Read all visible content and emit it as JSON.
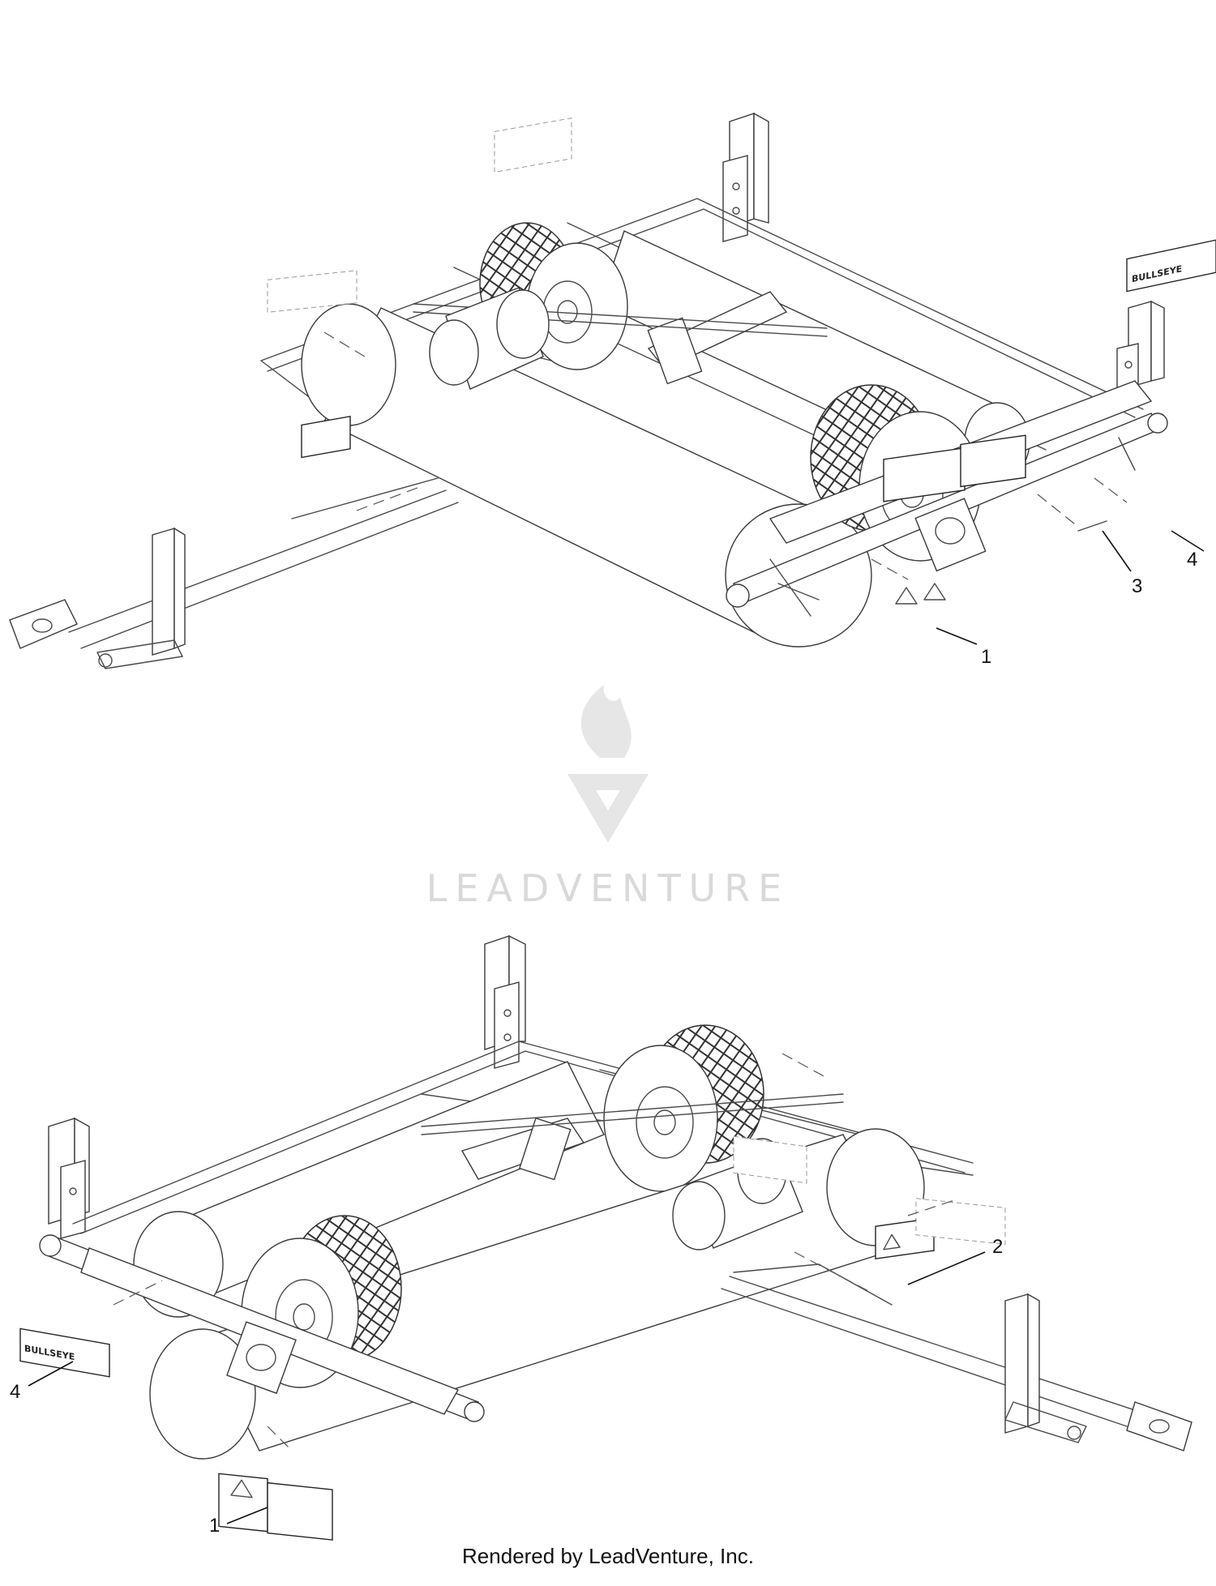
{
  "callouts": {
    "top": [
      "1",
      "3",
      "4"
    ],
    "bottom": [
      "1",
      "2",
      "4"
    ]
  },
  "watermark": {
    "text": "LEADVENTURE"
  },
  "footer": {
    "text": "Rendered by LeadVenture, Inc."
  }
}
